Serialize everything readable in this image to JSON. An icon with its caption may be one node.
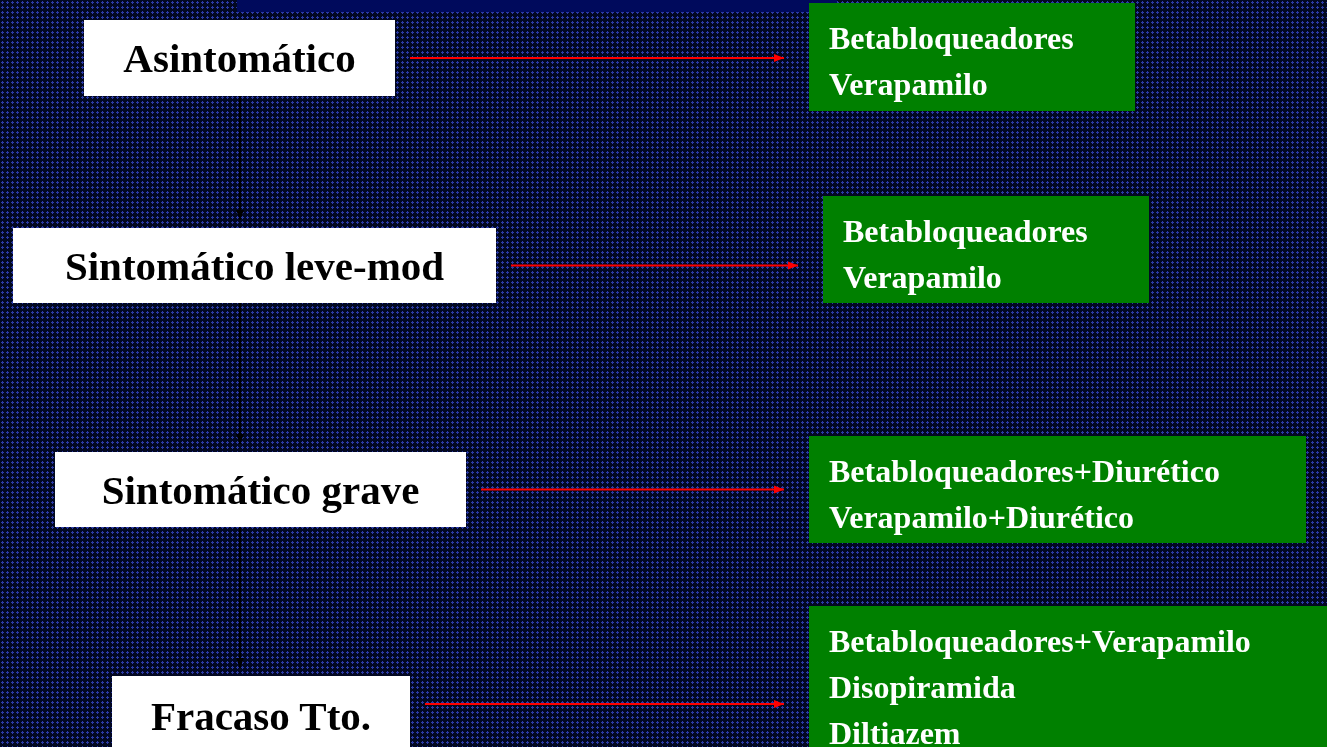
{
  "diagram": {
    "nodes": [
      {
        "text": [
          "Asintomático"
        ]
      },
      {
        "text": [
          "Betabloqueadores",
          "Verapamilo"
        ]
      },
      {
        "text": [
          "Sintomático leve-mod"
        ]
      },
      {
        "text": [
          "Betabloqueadores",
          "Verapamilo"
        ]
      },
      {
        "text": [
          "Sintomático grave"
        ]
      },
      {
        "text": [
          "Betabloqueadores+Diurético",
          "Verapamilo+Diurético"
        ]
      },
      {
        "text": [
          "Fracaso Tto."
        ]
      },
      {
        "text": [
          "Betabloqueadores+Verapamilo",
          "Disopiramida",
          "Diltiazem"
        ]
      }
    ],
    "edges": [
      {
        "from": 0,
        "to": 1,
        "arrow": "to"
      },
      {
        "from": 0,
        "to": 2,
        "arrow": "to",
        "color": "#000000"
      },
      {
        "from": 2,
        "to": 3,
        "arrow": "to"
      },
      {
        "from": 2,
        "to": 4,
        "arrow": "to",
        "color": "#000000"
      },
      {
        "from": 4,
        "to": 5,
        "arrow": "to"
      },
      {
        "from": 4,
        "to": 6,
        "arrow": "to",
        "color": "#000000"
      },
      {
        "from": 6,
        "to": 7,
        "arrow": "to"
      }
    ]
  }
}
